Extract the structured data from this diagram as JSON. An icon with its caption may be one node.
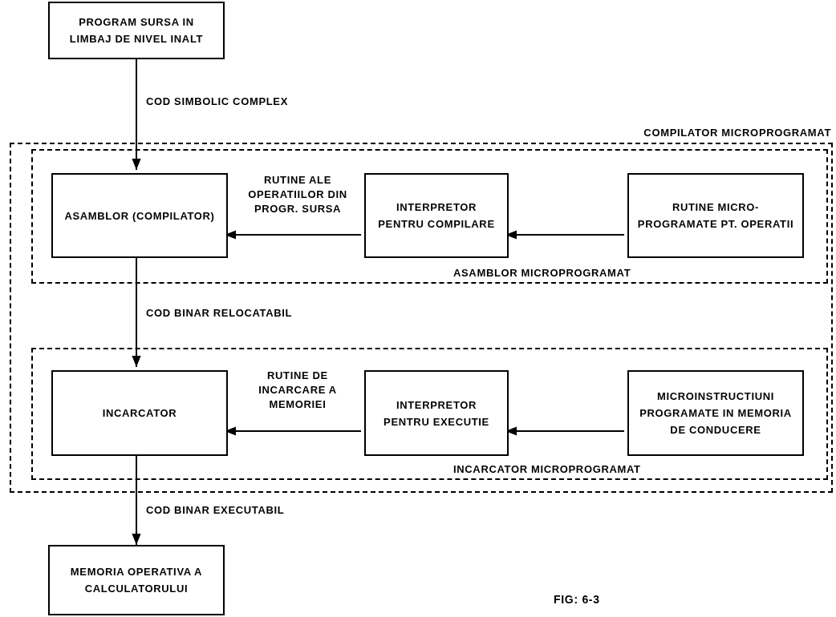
{
  "diagram": {
    "nodes": [
      {
        "text": [
          "PROGRAM SURSA IN LIMBAJ DE NIVEL INALT"
        ]
      },
      {
        "text": [
          "COMPILATOR MICROPROGRAMAT"
        ]
      },
      {
        "text": [
          "ASAMBLOR MICROPROGRAMAT"
        ],
        "in": 1
      },
      {
        "text": [
          "ASAMBLOR (COMPILATOR)"
        ],
        "in": 2
      },
      {
        "text": [
          "INTERPRETOR PENTRU COMPILARE"
        ],
        "in": 2
      },
      {
        "text": [
          "RUTINE MICRO-PROGRAMATE PT. OPERATII"
        ],
        "in": 2
      },
      {
        "text": [
          "INCARCATOR MICROPROGRAMAT"
        ],
        "in": 1
      },
      {
        "text": [
          "INCARCATOR"
        ],
        "in": 6
      },
      {
        "text": [
          "INTERPRETOR PENTRU EXECUTIE"
        ],
        "in": 6
      },
      {
        "text": [
          "MICROINSTRUCTIUNI PROGRAMATE IN MEMORIA DE CONDUCERE"
        ],
        "in": 6
      },
      {
        "text": [
          "MEMORIA OPERATIVA A CALCULATORULUI"
        ]
      }
    ],
    "edges": [
      {
        "from": 0,
        "to": 3,
        "arrow": "to",
        "label": "COD SIMBOLIC COMPLEX"
      },
      {
        "from": 4,
        "to": 3,
        "arrow": "to",
        "label": "RUTINE ALE OPERATIILOR DIN PROGR. SURSA"
      },
      {
        "from": 5,
        "to": 4,
        "arrow": "to"
      },
      {
        "from": 3,
        "to": 7,
        "arrow": "to",
        "label": "COD BINAR RELOCATABIL"
      },
      {
        "from": 8,
        "to": 7,
        "arrow": "to",
        "label": "RUTINE DE INCARCARE A MEMORIEI"
      },
      {
        "from": 9,
        "to": 8,
        "arrow": "to"
      },
      {
        "from": 7,
        "to": 10,
        "arrow": "to",
        "label": "COD BINAR EXECUTABIL"
      }
    ],
    "labels": [
      "FIG: 6-3"
    ]
  }
}
